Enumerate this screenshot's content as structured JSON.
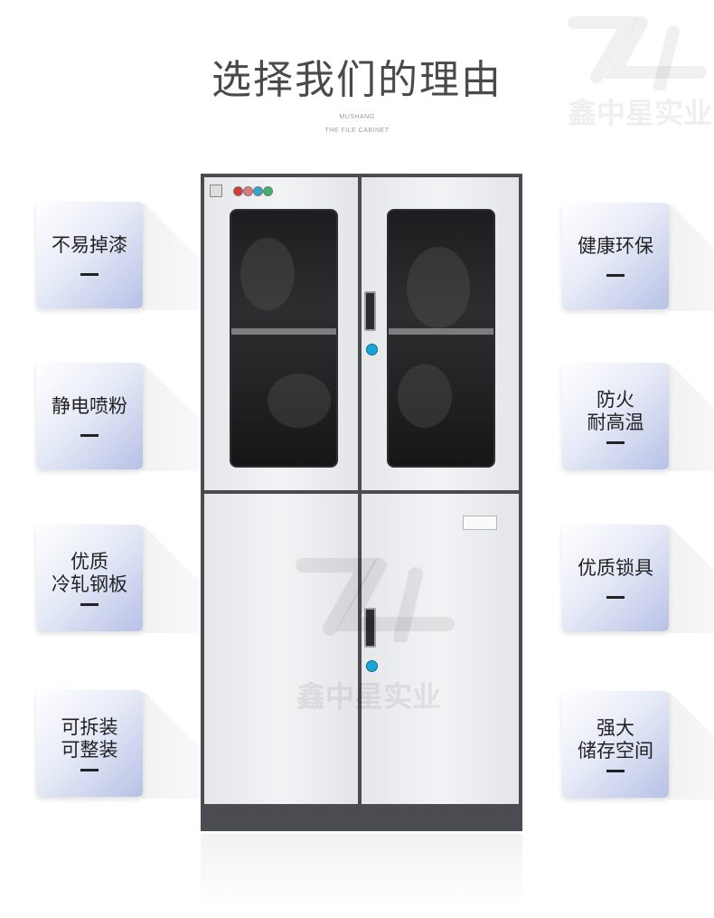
{
  "heading": "选择我们的理由",
  "subheading": {
    "line1": "MUSHANG",
    "line2": "THE FILE CABINET"
  },
  "watermark": {
    "brand_text": "鑫中星实业"
  },
  "features_left": [
    {
      "lines": [
        "不易掉漆"
      ]
    },
    {
      "lines": [
        "静电喷粉"
      ]
    },
    {
      "lines": [
        "优质",
        "冷轧钢板"
      ]
    },
    {
      "lines": [
        "可拆装",
        "可整装"
      ]
    }
  ],
  "features_right": [
    {
      "lines": [
        "健康环保"
      ]
    },
    {
      "lines": [
        "防火",
        "耐高温"
      ]
    },
    {
      "lines": [
        "优质锁具"
      ]
    },
    {
      "lines": [
        "强大",
        "储存空间"
      ]
    }
  ],
  "colors": {
    "card_accent": "#b7c1e6",
    "cabinet_frame": "#4a4c52",
    "lock": "#1ba5d6"
  }
}
